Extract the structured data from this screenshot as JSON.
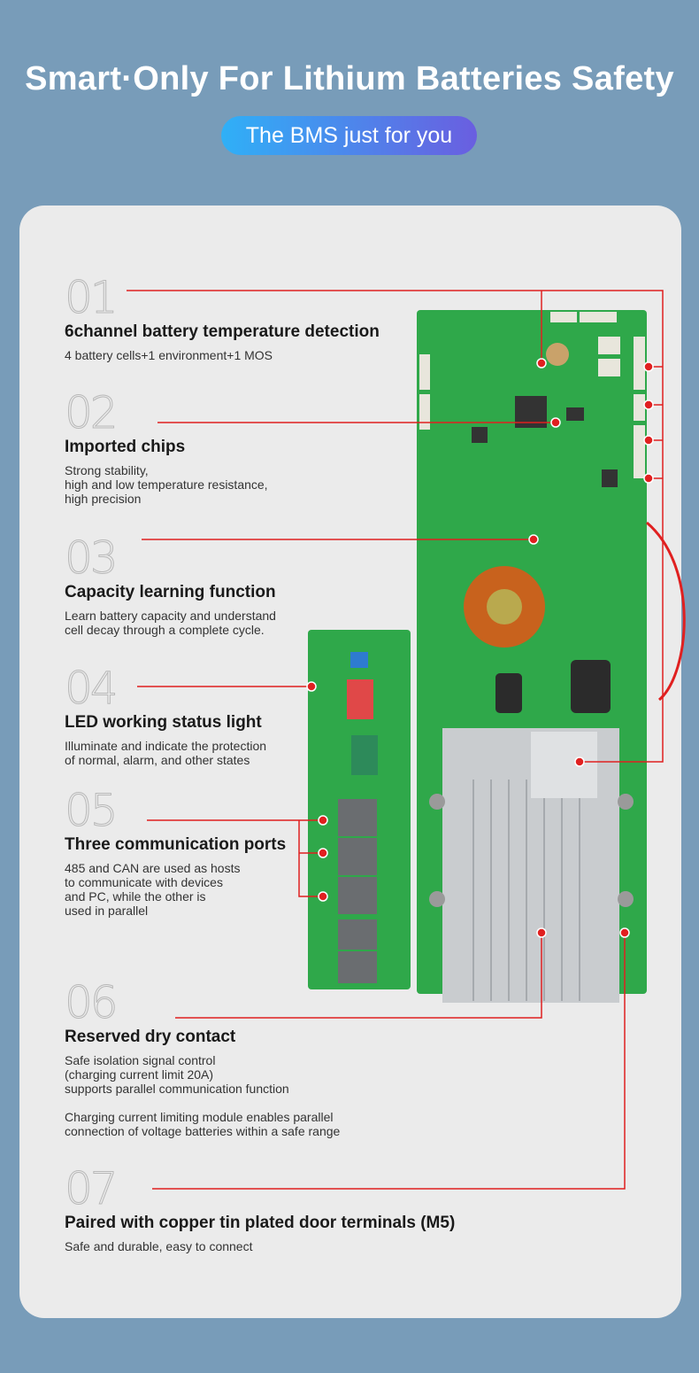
{
  "header": {
    "title": "Smart·Only For Lithium Batteries Safety",
    "subtitle": "The BMS just for you"
  },
  "features": [
    {
      "num": "01",
      "title": "6channel battery temperature detection",
      "desc": "4 battery cells+1 environment+1 MOS"
    },
    {
      "num": "02",
      "title": "Imported chips",
      "desc": "Strong stability,\nhigh and low temperature resistance,\nhigh precision"
    },
    {
      "num": "03",
      "title": "Capacity learning function",
      "desc": "Learn battery capacity and understand\ncell decay through a complete cycle."
    },
    {
      "num": "04",
      "title": "LED working status light",
      "desc": "Illuminate and indicate the protection\nof normal, alarm, and other states"
    },
    {
      "num": "05",
      "title": "Three communication ports",
      "desc": "485 and CAN are used as hosts\nto communicate with devices\nand PC, while the other is\nused in parallel"
    },
    {
      "num": "06",
      "title": "Reserved dry contact",
      "desc": "Safe isolation signal control\n (charging current limit 20A)\nsupports parallel communication function\n\nCharging current limiting module enables parallel\nconnection of voltage batteries within a safe range"
    },
    {
      "num": "07",
      "title": "Paired with copper tin plated door terminals (M5)",
      "desc": "Safe and durable, easy to connect"
    }
  ],
  "colors": {
    "background": "#789cb9",
    "card": "#ebebeb",
    "callout": "#e02020",
    "pcb": "#2fa84a"
  }
}
